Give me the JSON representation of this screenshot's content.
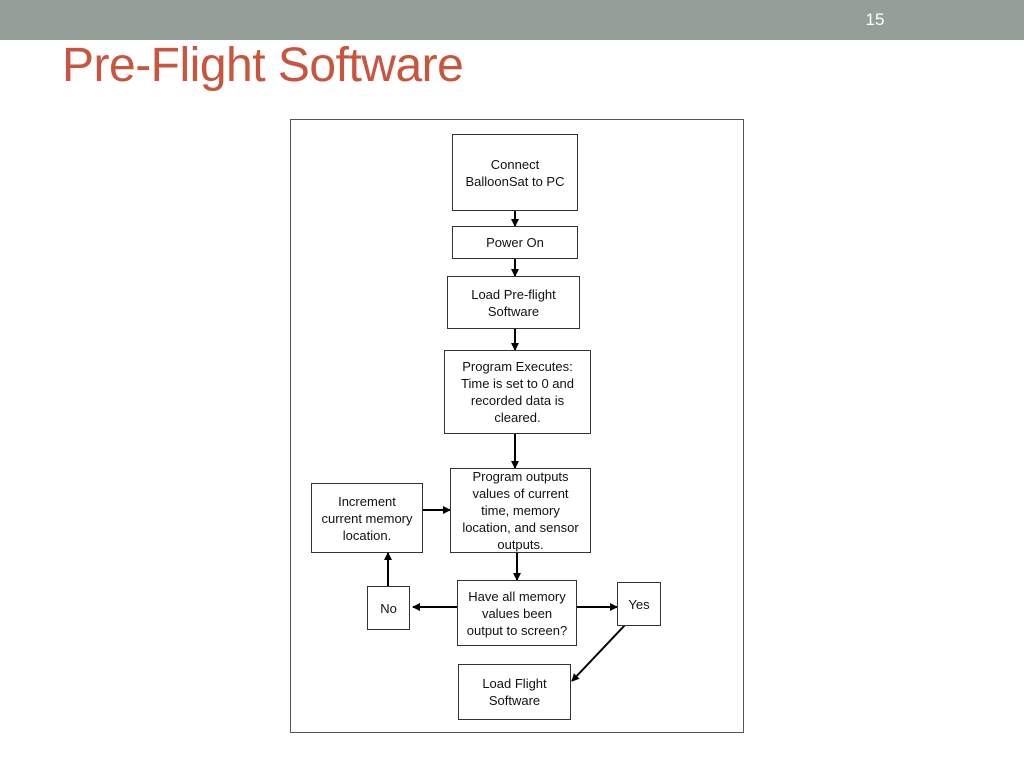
{
  "slide": {
    "number": "15",
    "title": "Pre-Flight Software",
    "accent_color": "#c8553d",
    "bar_color": "#939f97"
  },
  "flowchart": {
    "nodes": {
      "connect": "Connect\nBalloonSat to PC",
      "power_on": "Power On",
      "load_preflight": "Load Pre-flight\nSoftware",
      "program_executes": "Program Executes:\nTime is set to 0 and\nrecorded data is\ncleared.",
      "program_outputs": "Program outputs\nvalues of current\ntime, memory\nlocation, and sensor\noutputs.",
      "increment": "Increment\ncurrent memory\nlocation.",
      "decision": "Have all memory\nvalues been\noutput to screen?",
      "no": "No",
      "yes": "Yes",
      "load_flight": "Load Flight\nSoftware"
    }
  }
}
